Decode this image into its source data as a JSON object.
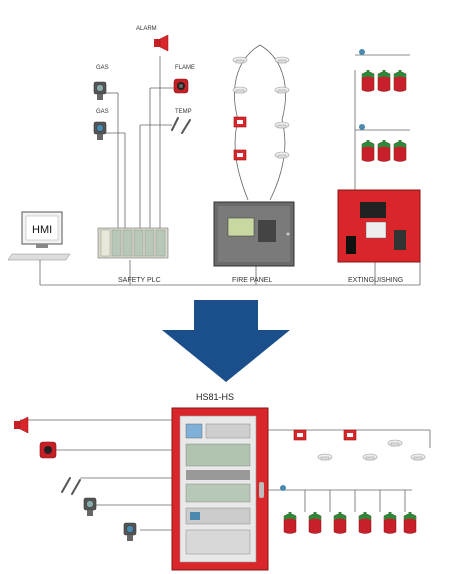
{
  "labels": {
    "alarm": "ALARM",
    "gas1": "GAS",
    "gas2": "GAS",
    "flame": "FLAME",
    "temp": "TEMP",
    "hmi": "HMI",
    "safety_plc": "SAFETY PLC",
    "fire_panel": "FIRE PANEL",
    "extinguishing": "EXTINGUISHING",
    "system_name": "HS81-HS"
  },
  "colors": {
    "arrow": "#1a4f8c",
    "panel_red": "#d9262a",
    "line": "#666666"
  },
  "icons": [
    "alarm-horn-icon",
    "gas-detector-icon",
    "flame-detector-icon",
    "temp-sensor-icon",
    "smoke-detector-icon",
    "manual-call-point-icon",
    "extinguisher-cylinder-icon",
    "hmi-monitor-icon",
    "plc-rack-icon",
    "fire-panel-icon"
  ]
}
